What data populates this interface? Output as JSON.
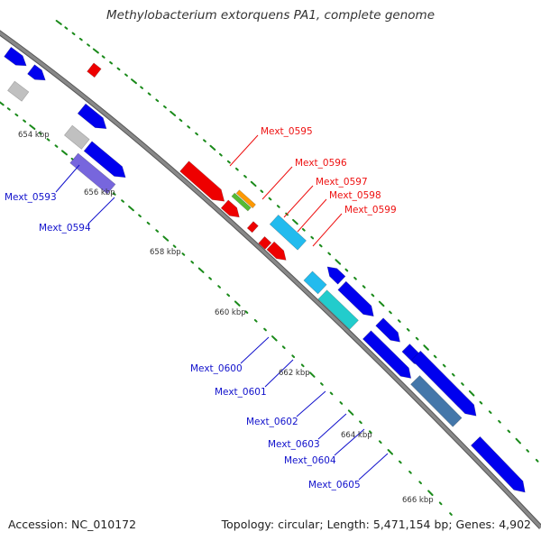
{
  "title": "Methylobacterium extorquens PA1, complete genome",
  "accession": "Accession: NC_010172",
  "topology": "Topology: circular; Length: 5,471,154 bp; Genes: 4,902",
  "colors": {
    "backbone": "#888888",
    "tick": "#1a8a1a",
    "ruler_text": "#333333",
    "label_red": "#ee1111",
    "label_blue": "#1111cc",
    "blue": "#0000ee",
    "red": "#ee0000",
    "gray": "#c0c0c0",
    "purple": "#7766dd",
    "olive": "#6a8a10",
    "cyan": "#22bbee",
    "teal": "#22cccc",
    "steel": "#4477aa",
    "orange": "#ff9900",
    "green": "#55bb33"
  },
  "ruler_labels": [
    "654 kbp",
    "656 kbp",
    "658 kbp",
    "660 kbp",
    "662 kbp",
    "664 kbp",
    "666 kbp"
  ],
  "gene_labels_red": [
    "Mext_0595",
    "Mext_0596",
    "Mext_0597",
    "Mext_0598",
    "Mext_0599"
  ],
  "gene_labels_blue": [
    "Mext_0593",
    "Mext_0594",
    "Mext_0600",
    "Mext_0601",
    "Mext_0602",
    "Mext_0603",
    "Mext_0604",
    "Mext_0605"
  ]
}
